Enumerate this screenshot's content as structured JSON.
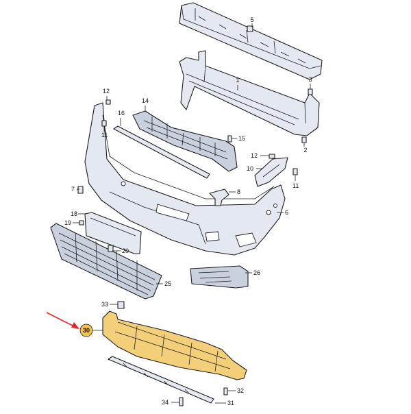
{
  "callouts": [
    {
      "label": "1"
    },
    {
      "label": "2"
    },
    {
      "label": "3"
    },
    {
      "label": "5"
    },
    {
      "label": "6"
    },
    {
      "label": "7"
    },
    {
      "label": "8"
    },
    {
      "label": "10"
    },
    {
      "label": "11"
    },
    {
      "label": "11"
    },
    {
      "label": "12"
    },
    {
      "label": "12"
    },
    {
      "label": "14"
    },
    {
      "label": "15"
    },
    {
      "label": "16"
    },
    {
      "label": "18"
    },
    {
      "label": "19"
    },
    {
      "label": "20"
    },
    {
      "label": "25"
    },
    {
      "label": "26"
    },
    {
      "label": "30"
    },
    {
      "label": "31"
    },
    {
      "label": "32"
    },
    {
      "label": "33"
    },
    {
      "label": "34"
    }
  ],
  "highlight": {
    "part_label": "30",
    "badge_color": "#f2c14e",
    "part_color": "#f4cf7a",
    "arrow_color": "#e8242a"
  },
  "colors": {
    "part_fill": "#e3e8f1",
    "outline": "#1b1b1b",
    "background": "#ffffff"
  }
}
